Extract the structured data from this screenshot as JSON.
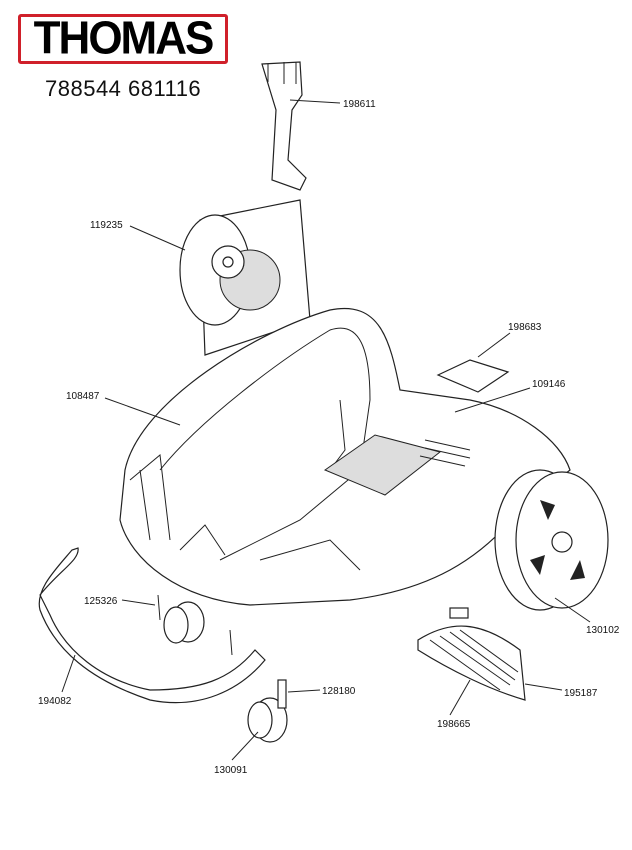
{
  "brand": {
    "logo_text": "THOMAS",
    "logo_color": "#d0202a"
  },
  "document": {
    "code": "788544 681116"
  },
  "parts": {
    "p198611": "198611",
    "p119235": "119235",
    "p198683": "198683",
    "p109146": "109146",
    "p108487": "108487",
    "p125326": "125326",
    "p130102": "130102",
    "p194082": "194082",
    "p128180": "128180",
    "p195187": "195187",
    "p198665": "198665",
    "p130091": "130091"
  }
}
